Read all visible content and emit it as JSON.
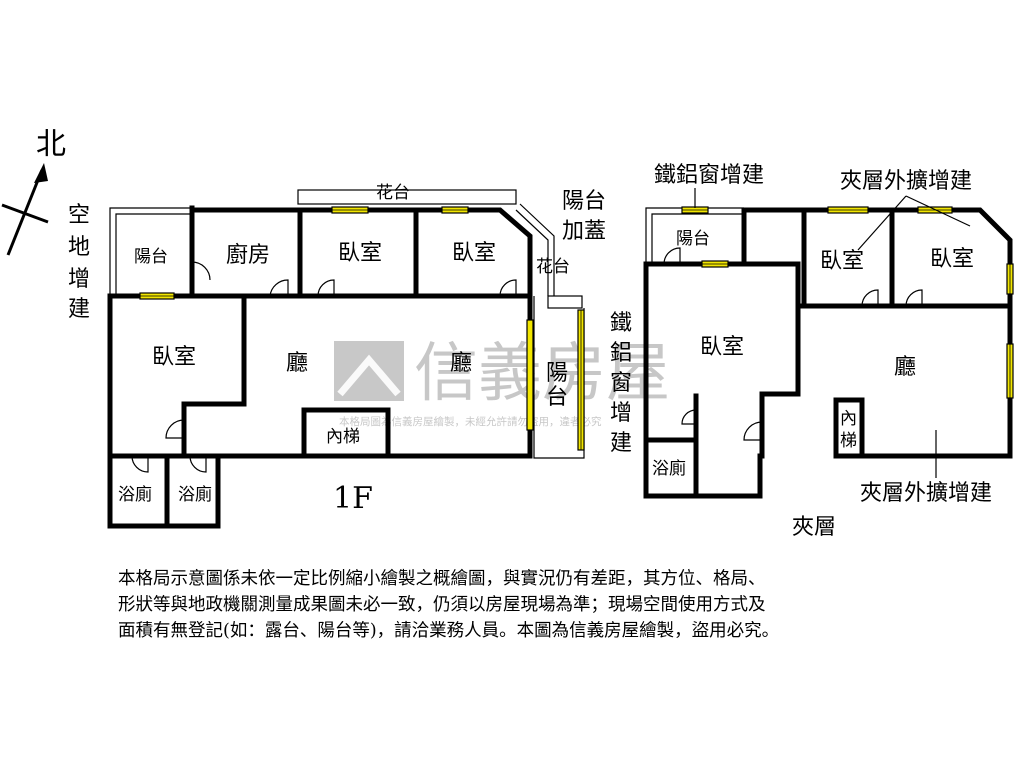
{
  "compass": {
    "label": "北"
  },
  "watermark": {
    "brand": "信義房屋",
    "notice": "本格局圖為信義房屋繪製，未經允許請勿盜用，違者必究"
  },
  "floor1": {
    "title": "1F",
    "rooms": {
      "balcony_small": "陽台",
      "kitchen": "廚房",
      "bedroom_top_mid": "臥室",
      "bedroom_top_right": "臥室",
      "bedroom_left": "臥室",
      "living_left": "廳",
      "living_right": "廳",
      "stairs": "內梯",
      "bath_1": "浴廁",
      "bath_2": "浴廁",
      "balcony_east": "陽台",
      "planter_top": "花台",
      "planter_right": "花台"
    },
    "annotations": {
      "vacant_land_addition": "空地增建",
      "balcony_cover": "陽台加蓋",
      "iron_aluminum_window": "鐵鋁窗增建"
    }
  },
  "mezzanine": {
    "title": "夾層",
    "rooms": {
      "balcony": "陽台",
      "bedroom_main": "臥室",
      "bedroom_mid": "臥室",
      "bedroom_right": "臥室",
      "living": "廳",
      "stairs": "內梯",
      "bath": "浴廁"
    },
    "annotations": {
      "iron_aluminum_window": "鐵鋁窗增建",
      "mezz_extension_top": "夾層外擴增建",
      "mezz_extension_bottom": "夾層外擴增建"
    }
  },
  "disclaimer": [
    "本格局示意圖係未依一定比例縮小繪製之概繪圖，與實況仍有差距，其方位、格局、",
    "形狀等與地政機關測量成果圖未必一致，仍須以房屋現場為準；現場空間使用方式及",
    "面積有無登記(如：露台、陽台等)，請洽業務人員。本圖為信義房屋繪製，盜用必究。"
  ]
}
